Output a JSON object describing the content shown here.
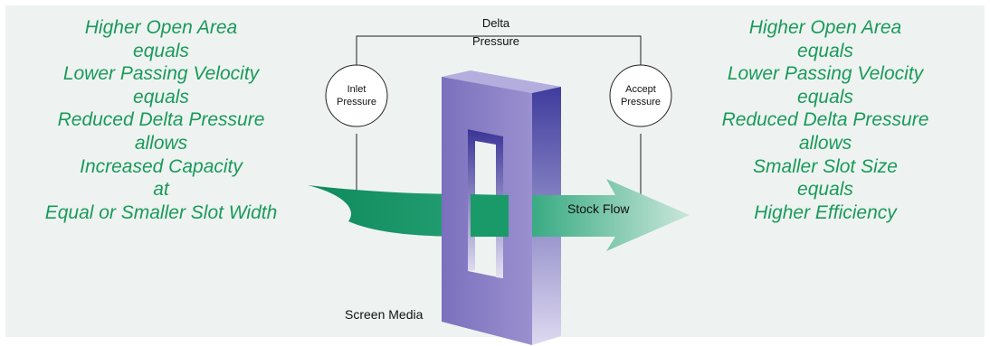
{
  "left_text": {
    "lines": [
      "Higher Open Area",
      "equals",
      "Lower Passing Velocity",
      "equals",
      "Reduced Delta Pressure",
      "allows",
      "Increased Capacity",
      "at",
      "Equal or Smaller Slot Width"
    ]
  },
  "right_text": {
    "lines": [
      "Higher Open Area",
      "equals",
      "Lower Passing Velocity",
      "equals",
      "Reduced Delta Pressure",
      "allows",
      "Smaller Slot Size",
      "equals",
      "Higher Efficiency"
    ]
  },
  "diagram": {
    "delta_label": [
      "Delta",
      "Pressure"
    ],
    "inlet_label": [
      "Inlet",
      "Pressure"
    ],
    "accept_label": [
      "Accept",
      "Pressure"
    ],
    "flow_label": "Stock Flow",
    "media_label": "Screen Media"
  },
  "colors": {
    "background": "#eef3f1",
    "text_green": "#1a9a5a",
    "arrow_dark": "#0e8a5c",
    "arrow_light": "#c8e6da",
    "media_front": "#8a7fc4",
    "media_side": "#4b48a8",
    "media_top": "#b4aede"
  }
}
